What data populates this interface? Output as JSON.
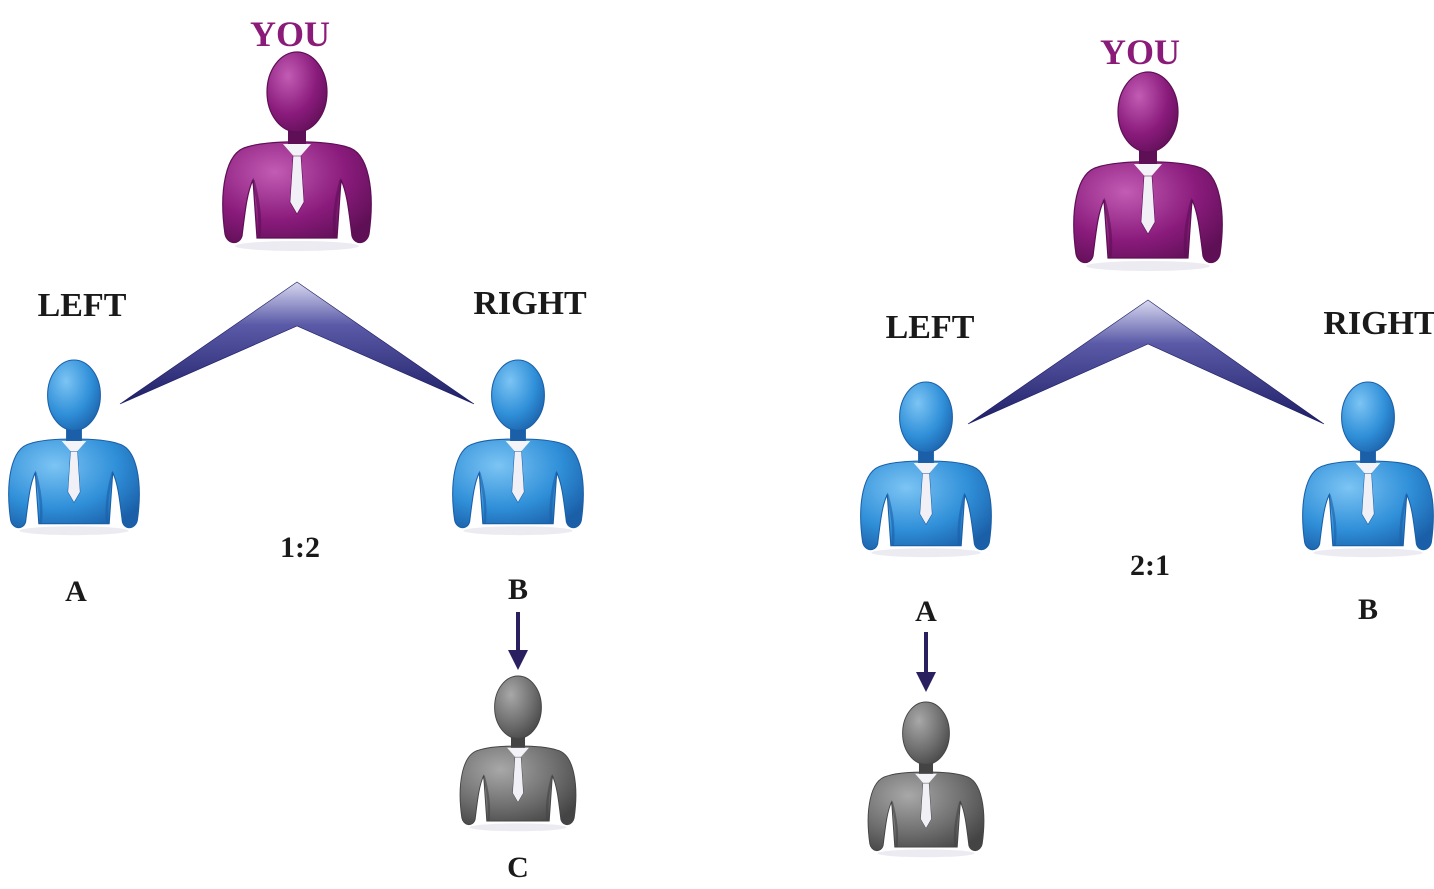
{
  "colors": {
    "you": "#8a1b7c",
    "you_dark": "#5e0f55",
    "member": "#2f8fd8",
    "member_dark": "#1a5fa8",
    "downline": "#6e6e6e",
    "downline_dark": "#444444",
    "connector": "#2a2a7a",
    "arrow": "#2a2060",
    "you_label": "#8a1b78"
  },
  "diagrams": [
    {
      "you_label": "YOU",
      "left_label": "LEFT",
      "right_label": "RIGHT",
      "ratio": "1:2",
      "left_member": "A",
      "right_member": "B",
      "downline_member": "C",
      "downline_side": "right"
    },
    {
      "you_label": "YOU",
      "left_label": "LEFT",
      "right_label": "RIGHT",
      "ratio": "2:1",
      "left_member": "A",
      "right_member": "B",
      "downline_member": "",
      "downline_side": "left"
    }
  ]
}
